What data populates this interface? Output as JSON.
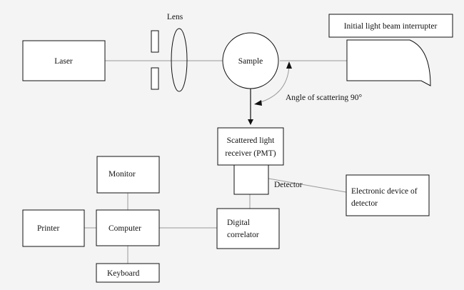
{
  "labels": {
    "laser": "Laser",
    "lens": "Lens",
    "sample": "Sample",
    "interrupter": "Initial light beam interrupter",
    "angle": "Angle of scattering 90°",
    "receiver_line1": "Scattered  light",
    "receiver_line2": "receiver (PMT)",
    "detector": "Detector",
    "electronic_line1": "Electronic device of",
    "electronic_line2": "detector",
    "monitor": "Monitor",
    "printer": "Printer",
    "computer": "Computer",
    "correlator_line1": "Digital",
    "correlator_line2": "correlator",
    "keyboard": "Keyboard"
  },
  "colors": {
    "background": "#f4f4f4",
    "box_fill": "#ffffff",
    "stroke": "#111111",
    "connector": "#9a9a9a"
  }
}
